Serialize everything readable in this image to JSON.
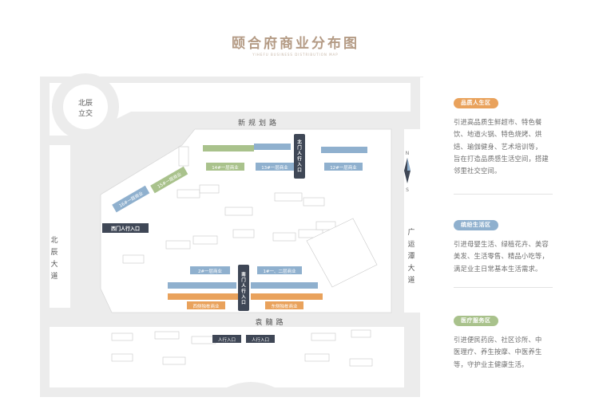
{
  "page": {
    "title": "颐合府商业分布图",
    "subtitle": "YIHEFU BUSINESS DISTRIBUTION MAP"
  },
  "map": {
    "roads": {
      "north": "新规划路",
      "south": "袁髓路",
      "west": "北辰大道",
      "east": "广运潭大道",
      "interchange": "北辰立交"
    },
    "entrances": {
      "north": "北门人行入口",
      "west": "西门人行入口",
      "south": "南门人行入口",
      "south_a": "人行入口",
      "south_b": "人行入口"
    },
    "commerce": {
      "b14": "14#一层商业",
      "b13": "13#一层商业",
      "b12": "12#一层商业",
      "b16": "16#一层商业",
      "b15": "15#一层商业",
      "b2": "2#一层商业",
      "b1": "1#一、二层商业",
      "west_street": "西侧独栋商业",
      "east_street": "东侧独栋商业"
    },
    "compass": {
      "north": "N",
      "south": "S"
    },
    "colors": {
      "blue": "#8fb0ce",
      "green": "#a9c28c",
      "orange": "#e9a25c",
      "gate": "#3f4756",
      "road": "#e8e8e8",
      "building": "#ffffff"
    }
  },
  "legend": [
    {
      "title": "品质人生区",
      "color": "#e9a25c",
      "lines": [
        "引进高品质生鲜超市、特色餐",
        "饮、地道火锅、特色烧烤、烘",
        "焙、瑜伽健身、艺术培训等，",
        "旨在打造品质感生活空间，搭建",
        "邻里社交空间。"
      ]
    },
    {
      "title": "缤纷生活区",
      "color": "#8fb0ce",
      "lines": [
        "引进母婴生活、绿植花卉、美容",
        "美发、生活零售、精品小吃等，",
        "满足业主日常基本生活需求。"
      ]
    },
    {
      "title": "医疗服务区",
      "color": "#a9c28c",
      "lines": [
        "引进便民药房、社区诊所、中",
        "医理疗、养生按摩、中医养生",
        "等，守护业主健康生活。"
      ]
    }
  ]
}
